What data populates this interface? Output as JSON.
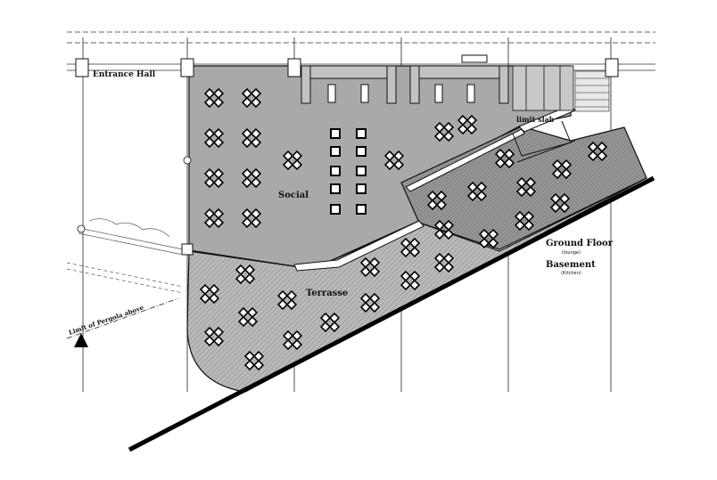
{
  "labels": {
    "entrance_hall": "Entrance Hall",
    "social": "Social",
    "terrasse": "Terrasse",
    "limit_slab": "limit slab",
    "ground_floor": "Ground Floor",
    "lounge": "(lounge)",
    "basement": "Basement",
    "kitchen": "(Kitchen)",
    "pergola": "Limit of Pergola above"
  },
  "colors": {
    "social_fill": "#a9a9a9",
    "terrace_fill": "#b7b7b7",
    "raised_fill": "#8f8f8f",
    "line": "#111111"
  },
  "icons": [
    "north-arrow-icon",
    "table-set-icon"
  ]
}
